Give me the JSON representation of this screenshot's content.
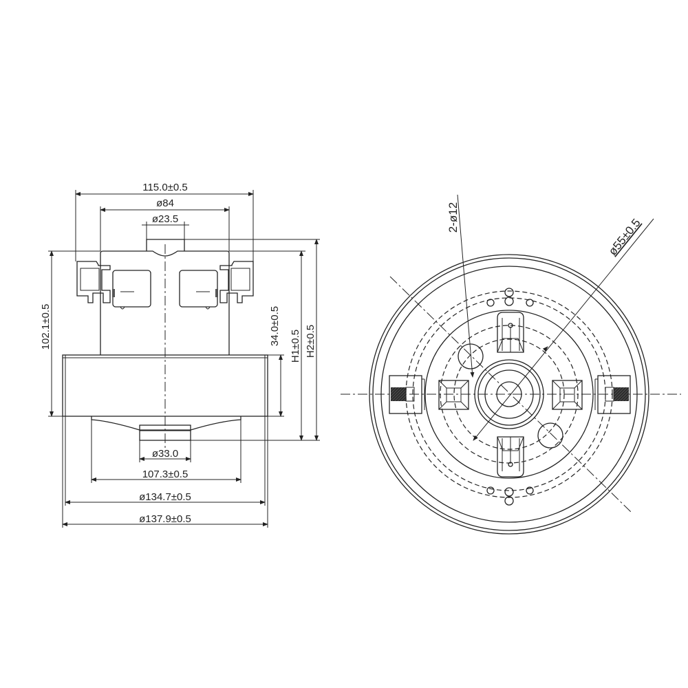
{
  "side_view": {
    "dim_overall_width": "115.0±0.5",
    "dim_stator_dia": "ø84",
    "dim_top_cap_dia": "ø23.5",
    "dim_height_body": "102.1±0.5",
    "dim_flange_height": "34.0±0.5",
    "dim_h1": "H1±0.5",
    "dim_h2": "H2±0.5",
    "dim_outlet_dia": "ø33.0",
    "dim_fan_cover_width": "107.3±0.5",
    "dim_flange_inner_dia": "ø134.7±0.5",
    "dim_flange_outer_dia": "ø137.9±0.5"
  },
  "top_view": {
    "dim_holes": "2-ø12",
    "dim_bolt_circle": "ø55±0.5"
  },
  "colors": {
    "line": "#222222",
    "background": "#ffffff"
  }
}
